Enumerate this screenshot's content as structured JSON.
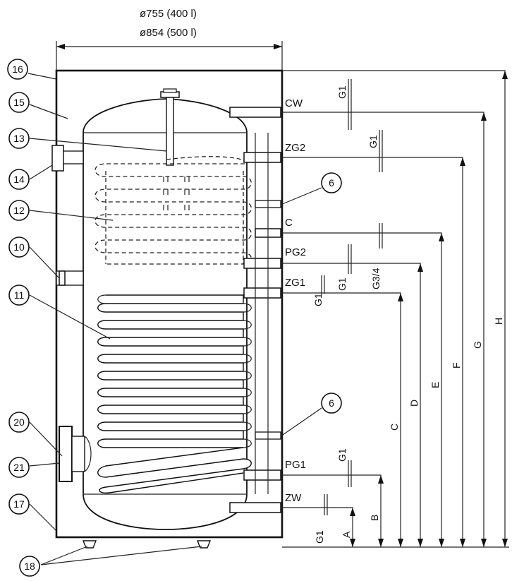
{
  "header": {
    "dia_400": "ø755 (400 l)",
    "dia_500": "ø854 (500 l)"
  },
  "connections": {
    "cw": "CW",
    "zg2": "ZG2",
    "c": "C",
    "pg2": "PG2",
    "zg1": "ZG1",
    "pg1": "PG1",
    "zw": "ZW"
  },
  "threads": {
    "cw": "G1",
    "zg2": "G1",
    "pg2": "G1",
    "c": "G3/4",
    "zg1": "G1",
    "pg1": "G1",
    "zw": "G1"
  },
  "dimensions": {
    "a": "A",
    "b": "B",
    "c": "C",
    "d": "D",
    "e": "E",
    "f": "F",
    "g": "G",
    "h": "H"
  },
  "callouts": {
    "n16": "16",
    "n15": "15",
    "n13": "13",
    "n14": "14",
    "n12": "12",
    "n10": "10",
    "n11": "11",
    "n20": "20",
    "n21": "21",
    "n17": "17",
    "n18": "18",
    "n6_top": "6",
    "n6_bottom": "6"
  }
}
